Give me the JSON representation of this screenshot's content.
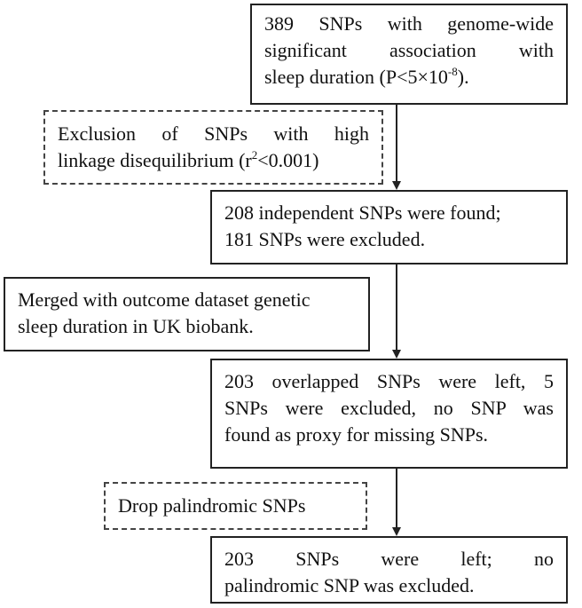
{
  "boxes": {
    "step1": {
      "line1": "389 SNPs with genome-wide",
      "line2": "significant association with",
      "line3_pre": "sleep duration (P<5×10",
      "line3_sup": "-8",
      "line3_post": ")."
    },
    "filter1": {
      "line1": "Exclusion of SNPs with high",
      "line2_pre": "linkage disequilibrium (r",
      "line2_sup": "2",
      "line2_post": "<0.001)"
    },
    "step2": {
      "line1": "208 independent SNPs were found;",
      "line2": "181 SNPs were excluded."
    },
    "filter2": {
      "line1": "Merged with outcome dataset genetic",
      "line2": "sleep duration in UK biobank."
    },
    "step3": {
      "line1": "203 overlapped SNPs were left, 5",
      "line2": "SNPs were excluded, no SNP was",
      "line3": "found as proxy for missing SNPs."
    },
    "filter3": {
      "line1": "Drop palindromic SNPs"
    },
    "step4": {
      "line1": "203 SNPs were left; no",
      "line2": "palindromic SNP was excluded."
    }
  }
}
